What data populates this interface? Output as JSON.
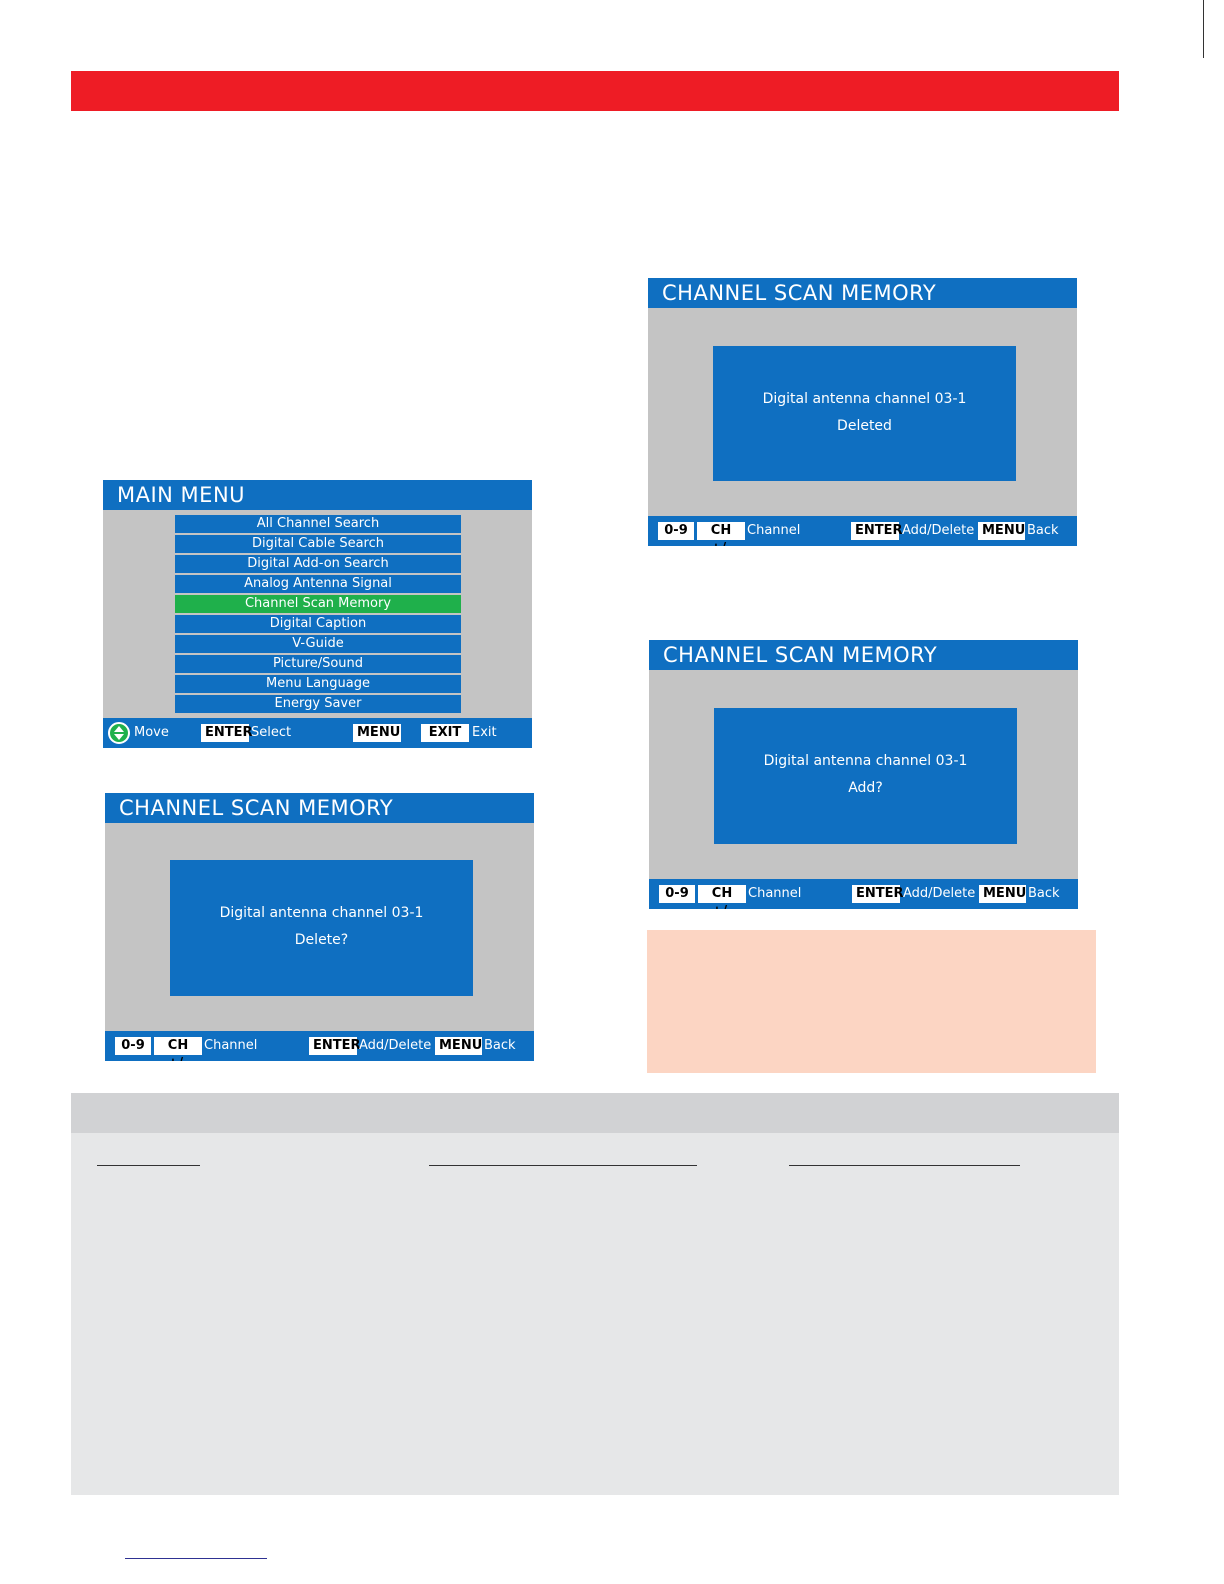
{
  "main_menu": {
    "title": "MAIN MENU",
    "items": [
      "All Channel Search",
      "Digital Cable Search",
      "Digital Add-on Search",
      "Analog Antenna Signal",
      "Channel Scan Memory",
      "Digital Caption",
      "V-Guide",
      "Picture/Sound",
      "Menu Language",
      "Energy Saver"
    ],
    "selected_item": "Channel Scan Memory",
    "footer": {
      "move_label": "Move",
      "enter_key": "ENTER",
      "select_label": "Select",
      "menu_key": "MENU",
      "exit_key": "EXIT",
      "exit_label": "Exit"
    }
  },
  "screens": {
    "delete": {
      "title": "CHANNEL SCAN MEMORY",
      "line1": "Digital antenna channel 03-1",
      "line2": "Delete?"
    },
    "deleted": {
      "title": "CHANNEL SCAN MEMORY",
      "line1": "Digital antenna channel 03-1",
      "line2": "Deleted"
    },
    "add": {
      "title": "CHANNEL SCAN MEMORY",
      "line1": "Digital antenna channel 03-1",
      "line2": "Add?"
    }
  },
  "scan_footer": {
    "digits_key": "0-9",
    "ch_key": "CH +/-",
    "channel_label": "Channel",
    "enter_key": "ENTER",
    "add_delete_label": "Add/Delete",
    "menu_key": "MENU",
    "back_label": "Back"
  },
  "colors": {
    "header_bar": "#ee1c25",
    "osd_blue": "#0f6fc1",
    "osd_gray": "#c4c4c4",
    "selected_green": "#1fb04b",
    "note_bg": "#fcd5c3"
  }
}
